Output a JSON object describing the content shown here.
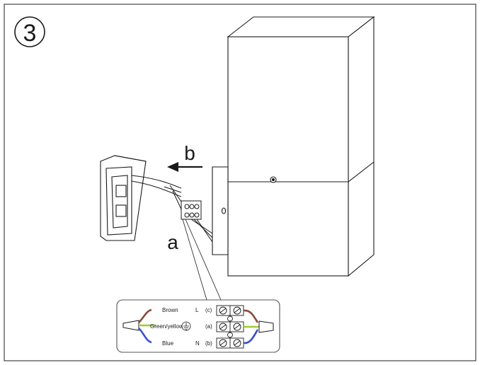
{
  "step": {
    "number": "3"
  },
  "callouts": {
    "a": "a",
    "b": "b"
  },
  "wiring": {
    "rows": [
      {
        "wire": "Brown",
        "terminal": "L",
        "position": "(c)",
        "color": "#8b4a3a"
      },
      {
        "wire": "Green/yellow",
        "terminal": "",
        "position": "(a)",
        "color": "#9acd32"
      },
      {
        "wire": "Blue",
        "terminal": "N",
        "position": "(b)",
        "color": "#3a4fd0"
      }
    ],
    "earth_symbol": "earth-ground-icon"
  },
  "colors": {
    "line": "#1a1a1a",
    "panel_border": "#555555",
    "lamp_fill": "#ffffff"
  }
}
